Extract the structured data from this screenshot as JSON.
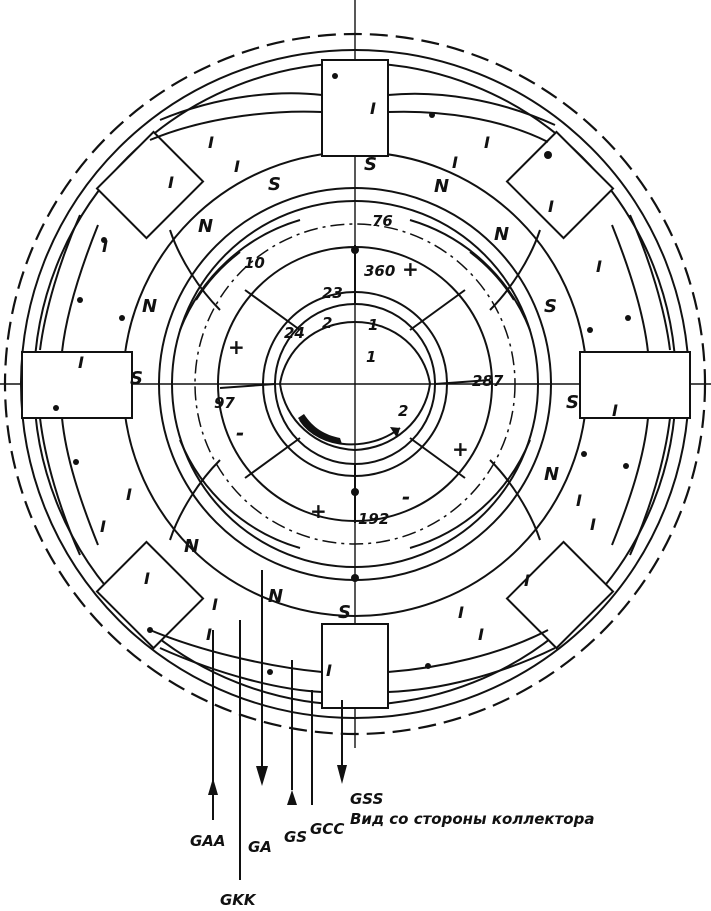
{
  "caption": {
    "view_label": "Вид со стороны коллектора",
    "top_lead": "GSS"
  },
  "leads": [
    "GAA",
    "GA",
    "GS",
    "GCC",
    "GKK"
  ],
  "pole_labels": {
    "S": [
      "S",
      "S",
      "S",
      "S",
      "S",
      "S"
    ],
    "N": [
      "N",
      "N",
      "N",
      "N",
      "N",
      "N",
      "N"
    ]
  },
  "markers": {
    "roman": [
      "I",
      "I",
      "I",
      "I",
      "I",
      "I",
      "I",
      "I",
      "I",
      "I",
      "I",
      "I",
      "I",
      "I",
      "I",
      "I",
      "I",
      "I",
      "I",
      "I",
      "I",
      "I"
    ],
    "plus": [
      "+",
      "+",
      "+",
      "+"
    ],
    "minus": [
      "-",
      "-"
    ]
  },
  "numbers": {
    "n76": "76",
    "n360": "360",
    "n10": "10",
    "n23": "23",
    "n24": "24",
    "n2a": "2",
    "n1a": "1",
    "n1b": "1",
    "n2b": "2",
    "n97": "97",
    "n287": "287",
    "n192": "192"
  },
  "colors": {
    "ink": "#111111",
    "paper": "#ffffff"
  }
}
